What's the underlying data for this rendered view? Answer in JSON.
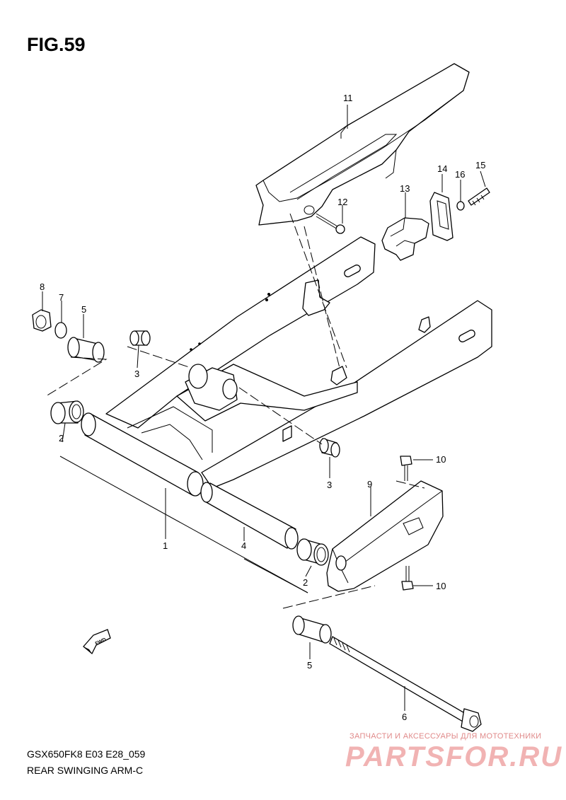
{
  "figure": {
    "title": "FIG.59"
  },
  "callouts": {
    "p1": "1",
    "p2a": "2",
    "p2b": "2",
    "p3a": "3",
    "p3b": "3",
    "p4": "4",
    "p5a": "5",
    "p5b": "5",
    "p6": "6",
    "p7": "7",
    "p8": "8",
    "p9": "9",
    "p10a": "10",
    "p10b": "10",
    "p11": "11",
    "p12": "12",
    "p13": "13",
    "p14": "14",
    "p15": "15",
    "p16": "16"
  },
  "fwd_label": "FWD",
  "footer": {
    "model_code": "GSX650FK8 E03 E28_059",
    "assembly_name": "REAR SWINGING ARM-C"
  },
  "watermark": {
    "tagline": "ЗАПЧАСТИ И АКСЕССУАРЫ ДЛЯ МОТОТЕХНИКИ",
    "brand": "PARTSFOR.RU"
  },
  "colors": {
    "line": "#000000",
    "background": "#ffffff",
    "watermark": "#f1b3b3"
  }
}
